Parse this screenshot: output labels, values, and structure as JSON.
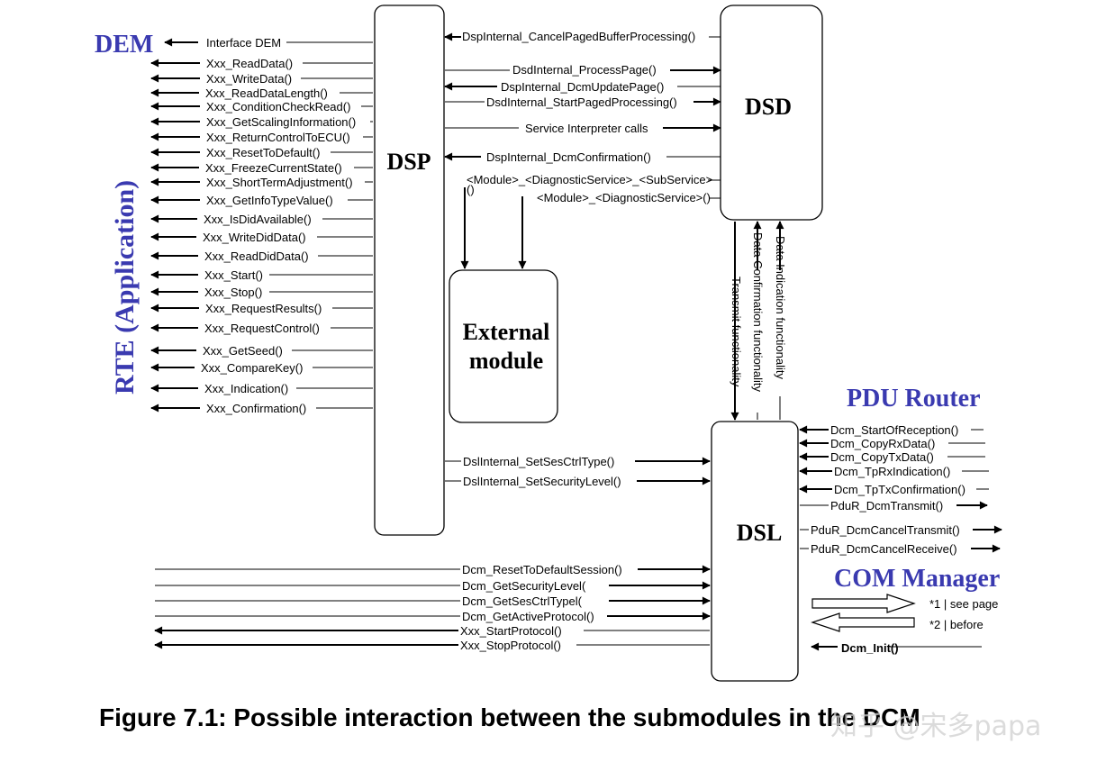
{
  "blocks": {
    "dsp": "DSP",
    "dsd": "DSD",
    "dsl": "DSL",
    "external_line1": "External",
    "external_line2": "module"
  },
  "side_labels": {
    "dem": "DEM",
    "rte": "RTE (Application)",
    "pdu_router": "PDU Router",
    "com_manager": "COM Manager"
  },
  "dem_interface": "Interface DEM",
  "rte_calls": [
    "Xxx_ReadData()",
    "Xxx_WriteData()",
    "Xxx_ReadDataLength()",
    "Xxx_ConditionCheckRead()",
    "Xxx_GetScalingInformation()",
    "Xxx_ReturnControlToECU()",
    "Xxx_ResetToDefault()",
    "Xxx_FreezeCurrentState()",
    "Xxx_ShortTermAdjustment()",
    "Xxx_GetInfoTypeValue()",
    "Xxx_IsDidAvailable()",
    "Xxx_WriteDidData()",
    "Xxx_ReadDidData()",
    "Xxx_Start()",
    "Xxx_Stop()",
    "Xxx_RequestResults()",
    "Xxx_RequestControl()",
    "Xxx_GetSeed()",
    "Xxx_CompareKey()",
    "Xxx_Indication()",
    "Xxx_Confirmation()"
  ],
  "dsp_dsd": [
    "DspInternal_CancelPagedBufferProcessing()",
    "DsdInternal_ProcessPage()",
    "DspInternal_DcmUpdatePage()",
    "DsdInternal_StartPagedProcessing()",
    "Service Interpreter calls",
    "DspInternal_DcmConfirmation()",
    "<Module>_<DiagnosticService>_<SubService>",
    "()",
    "<Module>_<DiagnosticService>()"
  ],
  "dsp_dsl": [
    "DslInternal_SetSesCtrlType()",
    "DslInternal_SetSecurityLevel()"
  ],
  "dsd_dsl": [
    "Transmit functionality",
    "Data Confirmation functionality",
    "Data Indication functionality"
  ],
  "dsl_left": [
    "Dcm_ResetToDefaultSession()",
    "Dcm_GetSecurityLevel(",
    "Dcm_GetSesCtrlTypel(",
    "Dcm_GetActiveProtocol()",
    "Xxx_StartProtocol()",
    "Xxx_StopProtocol()"
  ],
  "pdu_calls": [
    "Dcm_StartOfReception()",
    "Dcm_CopyRxData()",
    "Dcm_CopyTxData()",
    "Dcm_TpRxIndication()",
    "Dcm_TpTxConfirmation()",
    "PduR_DcmTransmit()",
    "PduR_DcmCancelTransmit()",
    "PduR_DcmCancelReceive()"
  ],
  "com_manager": {
    "note1": "*1 | see page",
    "note2": "*2 | before",
    "init": "Dcm_Init()"
  },
  "caption": "Figure 7.1: Possible interaction between the submodules in the DCM",
  "watermark": "知乎 @宋多papa",
  "colors": {
    "side_label": "#3a3ab0",
    "line": "#000000",
    "watermark": "#cfcfcf"
  }
}
